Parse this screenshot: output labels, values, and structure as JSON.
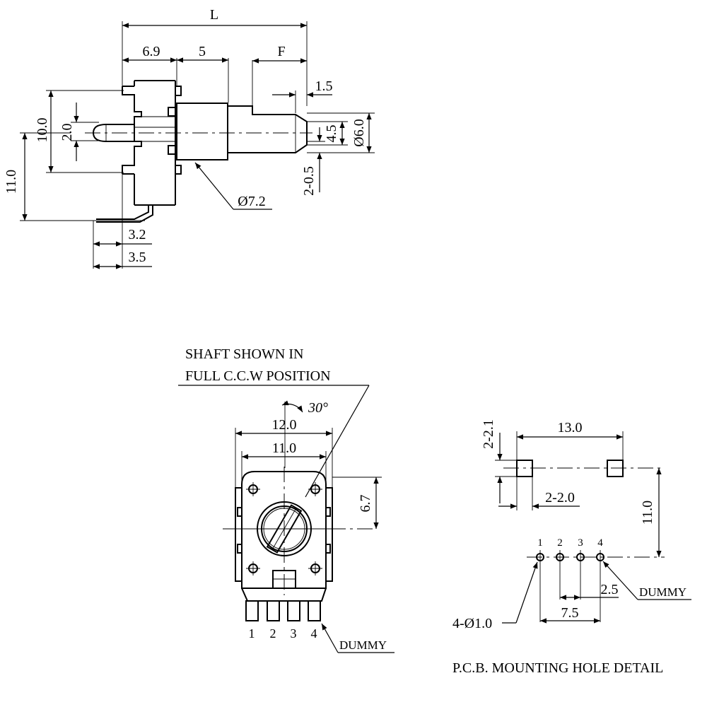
{
  "side_view": {
    "dim_L": "L",
    "dim_6_9": "6.9",
    "dim_5": "5",
    "dim_F": "F",
    "dim_1_5": "1.5",
    "dim_10_0": "10.0",
    "dim_2_0": "2.0",
    "dim_11_0": "11.0",
    "dim_4_5": "4.5",
    "dim_d6_0": "Ø6.0",
    "dim_2_0_5": "2-0.5",
    "dim_d7_2": "Ø7.2",
    "dim_3_2": "3.2",
    "dim_3_5": "3.5"
  },
  "front_view": {
    "note_line1": "SHAFT SHOWN IN",
    "note_line2": "FULL C.C.W POSITION",
    "angle": "30°",
    "dim_12_0": "12.0",
    "dim_11_0": "11.0",
    "dim_6_7": "6.7",
    "pin1": "1",
    "pin2": "2",
    "pin3": "3",
    "pin4": "4",
    "dummy": "DUMMY"
  },
  "pcb_view": {
    "dim_2_2_1": "2-2.1",
    "dim_13_0": "13.0",
    "dim_2_2_0": "2-2.0",
    "dim_11_0": "11.0",
    "pin1": "1",
    "pin2": "2",
    "pin3": "3",
    "pin4": "4",
    "dim_2_5": "2.5",
    "dim_7_5": "7.5",
    "holes": "4-Ø1.0",
    "dummy": "DUMMY",
    "caption": "P.C.B. MOUNTING HOLE DETAIL"
  }
}
